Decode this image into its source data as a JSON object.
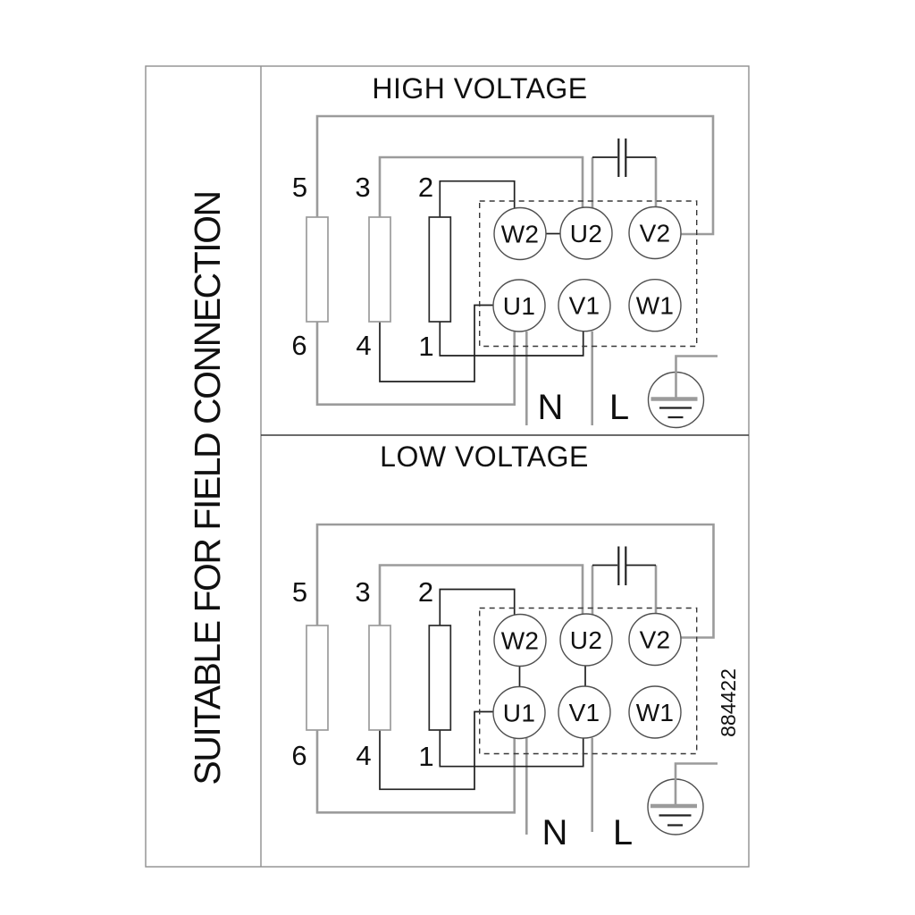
{
  "side_panel": {
    "label": "SUITABLE FOR FIELD CONNECTION"
  },
  "document_number": "884422",
  "colors": {
    "wire_gray": "#9b9b9b",
    "wire_black": "#1f1f1f"
  },
  "sections": [
    {
      "title": "HIGH VOLTAGE",
      "lead_numbers": {
        "top": [
          "5",
          "3",
          "2"
        ],
        "bottom": [
          "6",
          "4",
          "1"
        ]
      },
      "terminal_block": {
        "top_row": [
          "W2",
          "U2",
          "V2"
        ],
        "bottom_row": [
          "U1",
          "V1",
          "W1"
        ]
      },
      "supply": {
        "neutral": "N",
        "line": "L"
      }
    },
    {
      "title": "LOW VOLTAGE",
      "lead_numbers": {
        "top": [
          "5",
          "3",
          "2"
        ],
        "bottom": [
          "6",
          "4",
          "1"
        ]
      },
      "terminal_block": {
        "top_row": [
          "W2",
          "U2",
          "V2"
        ],
        "bottom_row": [
          "U1",
          "V1",
          "W1"
        ]
      },
      "supply": {
        "neutral": "N",
        "line": "L"
      }
    }
  ]
}
